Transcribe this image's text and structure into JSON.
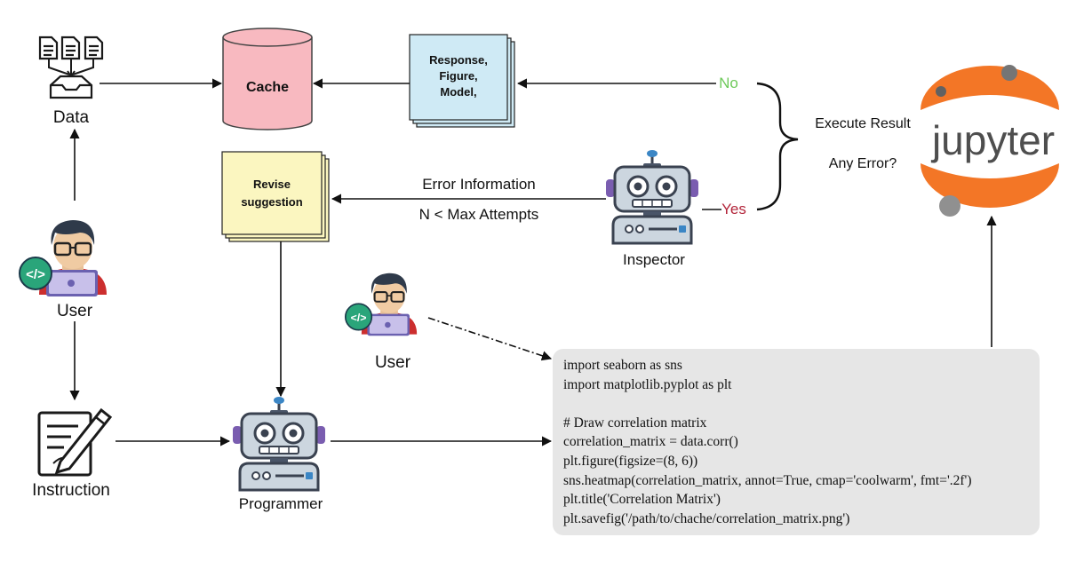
{
  "nodes": {
    "data_label": "Data",
    "user_label": "User",
    "instruction_label": "Instruction",
    "programmer_label": "Programmer",
    "inspector_label": "Inspector",
    "user2_label": "User",
    "cache_label": "Cache",
    "response_lines": [
      "Response,",
      "Figure,",
      "Model,"
    ],
    "revise_lines": [
      "Revise",
      "suggestion"
    ],
    "jupyter_label": "jupyter"
  },
  "edges": {
    "no_label": "No",
    "yes_label": "Yes",
    "execute_result": "Execute Result",
    "any_error": "Any Error?",
    "error_information": "Error Information",
    "max_attempts": "N < Max Attempts"
  },
  "code": {
    "lines": [
      "import seaborn as sns",
      "import matplotlib.pyplot as plt",
      "",
      "# Draw correlation matrix",
      "correlation_matrix = data.corr()",
      "plt.figure(figsize=(8, 6))",
      "sns.heatmap(correlation_matrix, annot=True, cmap='coolwarm', fmt='.2f')",
      "plt.title('Correlation Matrix')",
      "plt.savefig('/path/to/chache/correlation_matrix.png')"
    ]
  },
  "colors": {
    "cache_fill": "#f8b9c0",
    "response_fill": "#cfeaf5",
    "revise_fill": "#fbf6c0",
    "no_color": "#6ec95a",
    "yes_color": "#b3263b",
    "jupyter_orange": "#f37626",
    "jupyter_gray": "#757575",
    "code_bg": "#e6e6e6"
  },
  "icons": [
    "documents-icon",
    "inbox-tray-icon",
    "user-coder-icon",
    "instruction-pencil-icon",
    "robot-icon",
    "jupyter-logo-icon"
  ]
}
